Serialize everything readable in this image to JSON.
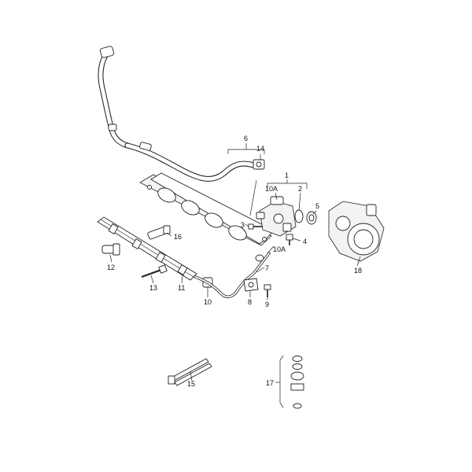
{
  "callouts": [
    {
      "id": "c1",
      "text": "1"
    },
    {
      "id": "c2",
      "text": "2"
    },
    {
      "id": "c3",
      "text": "3"
    },
    {
      "id": "c4",
      "text": "4"
    },
    {
      "id": "c5",
      "text": "5"
    },
    {
      "id": "c6",
      "text": "6"
    },
    {
      "id": "c7",
      "text": "7"
    },
    {
      "id": "c8",
      "text": "8"
    },
    {
      "id": "c9",
      "text": "9"
    },
    {
      "id": "c10",
      "text": "10"
    },
    {
      "id": "c10a_top",
      "text": "10A"
    },
    {
      "id": "c10a_mid",
      "text": "10A"
    },
    {
      "id": "c11",
      "text": "11"
    },
    {
      "id": "c12",
      "text": "12"
    },
    {
      "id": "c13",
      "text": "13"
    },
    {
      "id": "c14",
      "text": "14"
    },
    {
      "id": "c15",
      "text": "15"
    },
    {
      "id": "c16",
      "text": "16"
    },
    {
      "id": "c17",
      "text": "17"
    },
    {
      "id": "c18",
      "text": "18"
    }
  ]
}
